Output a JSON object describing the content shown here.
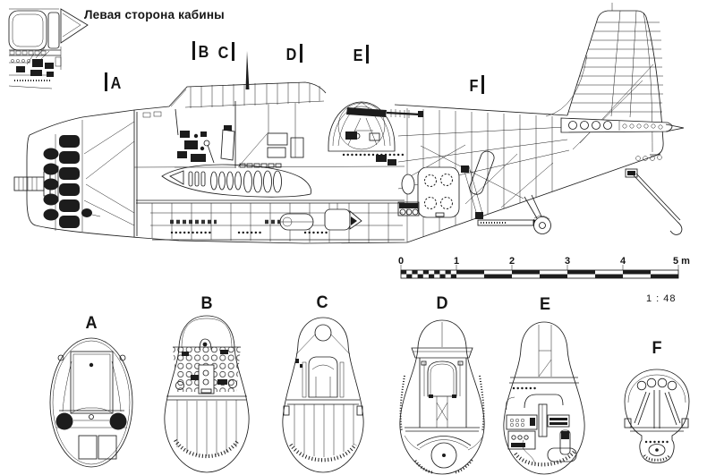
{
  "palette": {
    "paper": "#ffffff",
    "ink": "#1c1c1c"
  },
  "inset": {
    "caption": "Левая сторона кабины"
  },
  "side_view": {
    "markers": [
      {
        "label": "A",
        "bar": "left"
      },
      {
        "label": "B",
        "bar": "left"
      },
      {
        "label": "C",
        "bar": "right"
      },
      {
        "label": "D",
        "bar": "right"
      },
      {
        "label": "E",
        "bar": "right"
      },
      {
        "label": "F",
        "bar": "right"
      }
    ]
  },
  "scale_bar": {
    "ticks": [
      "0",
      "1",
      "2",
      "3",
      "4"
    ],
    "end_label": "5 m",
    "ratio": "1 : 48"
  },
  "cross_sections": [
    {
      "label": "A"
    },
    {
      "label": "B"
    },
    {
      "label": "C"
    },
    {
      "label": "D"
    },
    {
      "label": "E"
    },
    {
      "label": "F"
    }
  ]
}
